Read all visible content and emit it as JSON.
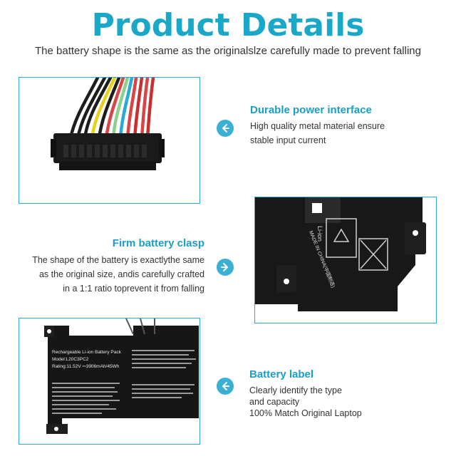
{
  "header": {
    "title": "Product Details",
    "subtitle": "The battery shape is the same as the originalslze carefully made  to prevent falling"
  },
  "colors": {
    "accent": "#1aa8c9",
    "feature_title": "#1a9fc4",
    "circle": "#3ab0d4",
    "text": "#333333"
  },
  "features": [
    {
      "title": "Durable power interface",
      "lines": [
        "High quality metal material ensure",
        "stable input current"
      ],
      "icon": "arrow-left-icon"
    },
    {
      "title": "Firm battery clasp",
      "lines": [
        "The shape of the battery is exactlythe same",
        "as the original size, andis carefully crafted",
        "in a 1:1 ratio toprevent it from falling"
      ],
      "icon": "arrow-right-icon"
    },
    {
      "title": "Battery label",
      "lines": [
        "Clearly identify the type",
        "and capacity",
        "100% Match Original Laptop"
      ],
      "icon": "arrow-left-icon"
    }
  ],
  "battery_label": {
    "line1": "Rechargeable Li-ion Battery Pack",
    "line2": "Model:L20C3PC2",
    "line3": "Rating:11.52V ⎓3906mAh/45Wh"
  },
  "clasp_image": {
    "made_in": "MADE IN CHINA(中国制造)",
    "li_ion": "Li-ion"
  }
}
